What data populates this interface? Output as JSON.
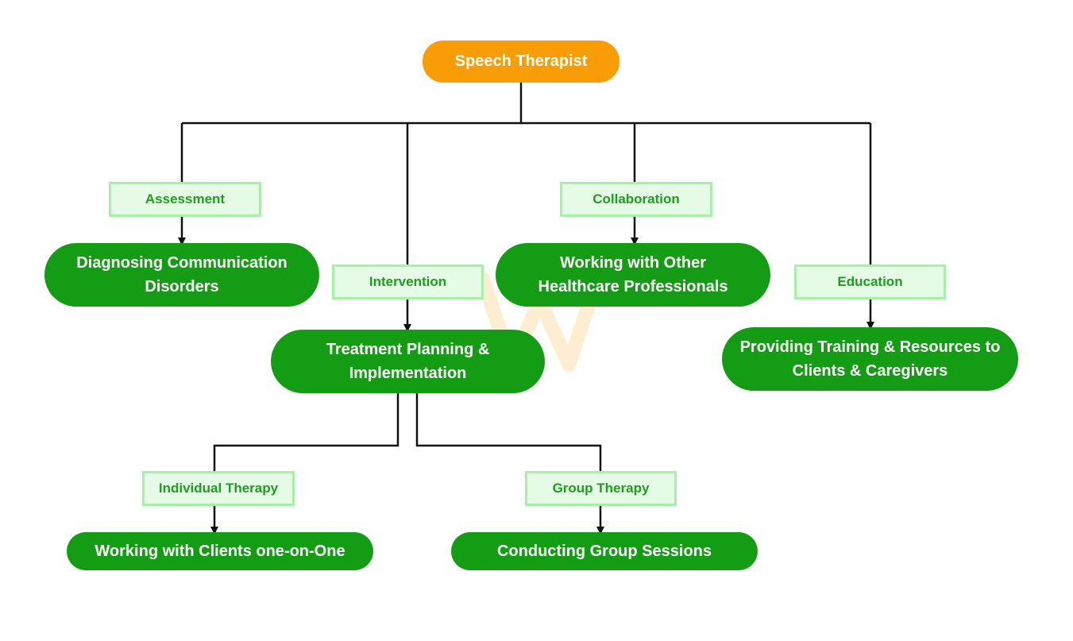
{
  "colors": {
    "root_fill": "#F99D07",
    "label_fill": "#E6FBE6",
    "label_border": "#A8EFA8",
    "label_text": "#1E9E1E",
    "result_fill": "#159C15",
    "line": "#111111"
  },
  "nodes": {
    "root": "Speech Therapist",
    "assessment": "Assessment",
    "assessment_result": "Diagnosing Communication Disorders",
    "intervention": "Intervention",
    "intervention_result": "Treatment Planning & Implementation",
    "collaboration": "Collaboration",
    "collaboration_result": "Working with Other Healthcare Professionals",
    "education": "Education",
    "education_result": "Providing Training & Resources to Clients & Caregivers",
    "individual": "Individual Therapy",
    "individual_result": "Working with Clients one-on-One",
    "group": "Group Therapy",
    "group_result": "Conducting Group Sessions"
  }
}
